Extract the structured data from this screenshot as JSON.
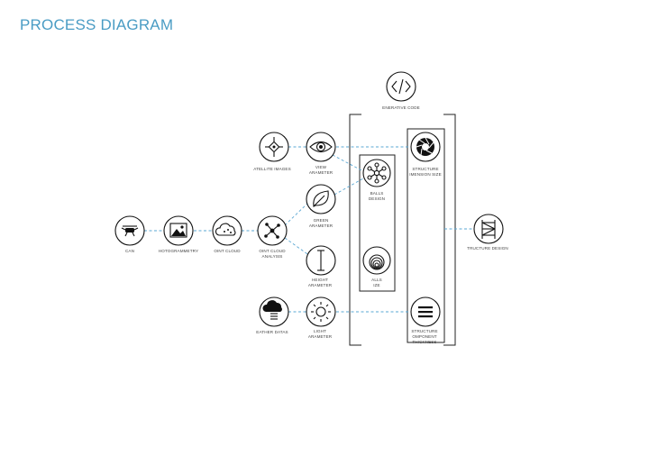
{
  "title": "PROCESS DIAGRAM",
  "nodes": {
    "drone": {
      "label": "CAN",
      "icon": "drone-icon"
    },
    "photogrammetry": {
      "label": "HOTOGRAMMETRY",
      "icon": "image-icon"
    },
    "point_cloud": {
      "label": "OINT CLOUD",
      "icon": "cloud-icon"
    },
    "point_cloud_analysis": {
      "label_1": "OINT CLOUD",
      "label_2": "ANALYSIS",
      "icon": "network-icon"
    },
    "satellite": {
      "label": "ATELLITE IMAGES",
      "icon": "satellite-icon"
    },
    "view_parameter": {
      "label_1": "VIEW",
      "label_2": "ARAMETER",
      "icon": "eye-icon"
    },
    "green_parameter": {
      "label_1": "GREEN",
      "label_2": "ARAMETER",
      "icon": "leaf-icon"
    },
    "height_parameter": {
      "label_1": "HEIGHT",
      "label_2": "ARAMETER",
      "icon": "height-icon"
    },
    "weather": {
      "label": "EATHER DATAS",
      "icon": "weather-icon"
    },
    "light_parameter": {
      "label_1": "LIGHT",
      "label_2": "ARAMETER",
      "icon": "sun-icon"
    },
    "balls_design": {
      "label_1": "BALLS",
      "label_2": "DESIGN",
      "icon": "molecule-icon"
    },
    "balls_size": {
      "label_1": "ALLS",
      "label_2": "IZE",
      "icon": "spiral-icon"
    },
    "generative_code": {
      "label": "ENERATIVE CODE",
      "icon": "code-icon"
    },
    "structure_dimension": {
      "label_1": "STRUCTURE",
      "label_2": "IMENSION SIZE",
      "icon": "aperture-icon"
    },
    "structure_component": {
      "label_1": "STRUCTURE",
      "label_2": "OMPONENT",
      "label_3": "THICKNESS",
      "icon": "menu-icon"
    },
    "structure_design": {
      "label": "TRUCTURE DESIGN",
      "icon": "scaffold-icon"
    }
  },
  "colors": {
    "title": "#4a9cc4",
    "connector": "#5aa7d3",
    "stroke": "#111111"
  }
}
